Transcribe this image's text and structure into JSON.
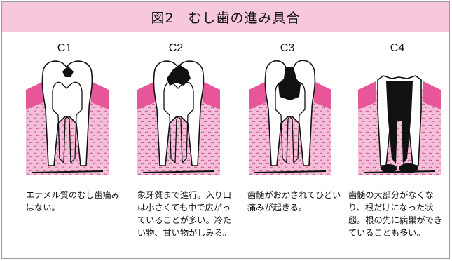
{
  "title": "図2　むし歯の進み具合",
  "stages": [
    {
      "label": "C1",
      "caption": "エナメル質のむし歯痛みはない。"
    },
    {
      "label": "C2",
      "caption": "象牙質まで進行。入り口は小さくても中で広がっていることが多い。冷たい物、甘い物がしみる。"
    },
    {
      "label": "C3",
      "caption": "歯髄がおかされてひどい痛みが起きる。"
    },
    {
      "label": "C4",
      "caption": "歯髄の大部分がなくなり、根だけになった状態。根の先に病巣ができていることも多い。"
    }
  ],
  "colors": {
    "header": "#f7c8dc",
    "gum": "#e8569a",
    "bone": "#f3bfd8",
    "decay": "#111111"
  }
}
